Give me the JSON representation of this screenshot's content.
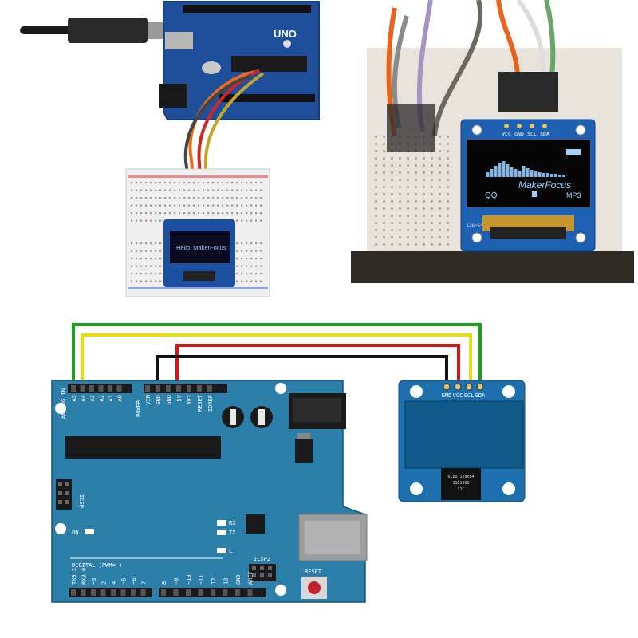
{
  "photo_left": {
    "board_logo": "UNO",
    "oled_text": "Hello, MakerFocus"
  },
  "photo_right": {
    "pin_labels": [
      "VCC",
      "GND",
      "SCL",
      "SDA"
    ],
    "oled_title": "MakerFocus",
    "oled_left_text": "QQ",
    "oled_right_text": "MP3",
    "side_label": "128×64"
  },
  "wiring": {
    "colors": {
      "sda": "#1aa31a",
      "scl": "#e8dd10",
      "vcc": "#d11818",
      "gnd": "#111111",
      "board": "#2c7fa8",
      "board_dark": "#1d5f82",
      "oled_board": "#1e6fae"
    },
    "arduino": {
      "analog_pins": [
        "A5",
        "A4",
        "A3",
        "A2",
        "A1",
        "A0"
      ],
      "analog_title": "ANALOG IN",
      "power_pins": [
        "VIN",
        "GND",
        "GND",
        "5V",
        "3V3",
        "RESET",
        "IOREF"
      ],
      "power_title": "POWER",
      "icsp_left": "ICSP",
      "icsp_right": "ICSP2",
      "on_label": "ON",
      "rx_label": "RX",
      "tx_label": "TX",
      "l_label": "L",
      "digital_title": "DIGITAL (PWM=~)",
      "digital_pins": [
        "TX0 1",
        "RX0 0",
        "~3",
        "2",
        "4",
        "~5",
        "~6",
        "7",
        "8",
        "~9",
        "~10",
        "~11",
        "12",
        "13",
        "GND",
        "AREF"
      ],
      "reset_label": "RESET"
    },
    "oled": {
      "pins": [
        "GND",
        "VCC",
        "SCL",
        "SDA"
      ],
      "chip_text": [
        "OLED 128x64",
        "SSD1306",
        "I2C"
      ]
    }
  }
}
